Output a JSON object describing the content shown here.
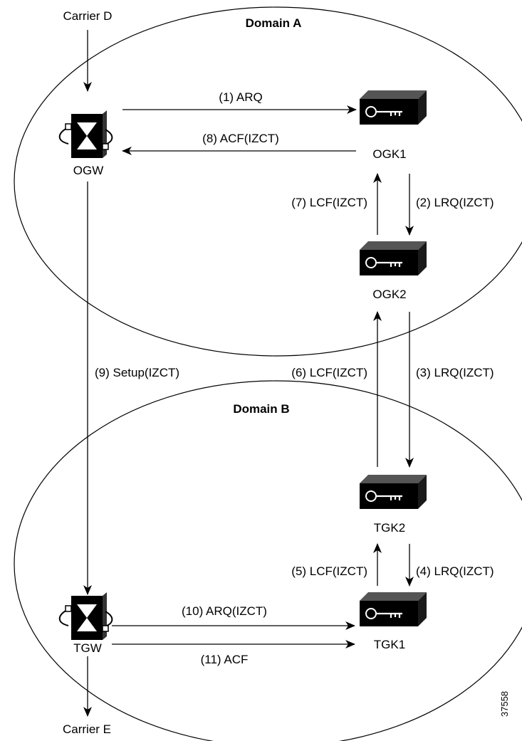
{
  "domains": {
    "a": "Domain A",
    "b": "Domain B"
  },
  "carriers": {
    "d": "Carrier D",
    "e": "Carrier E"
  },
  "nodes": {
    "ogw": "OGW",
    "ogk1": "OGK1",
    "ogk2": "OGK2",
    "tgk2": "TGK2",
    "tgk1": "TGK1",
    "tgw": "TGW"
  },
  "messages": {
    "m1": "(1) ARQ",
    "m2": "(2) LRQ(IZCT)",
    "m3": "(3) LRQ(IZCT)",
    "m4": "(4) LRQ(IZCT)",
    "m5": "(5) LCF(IZCT)",
    "m6": "(6) LCF(IZCT)",
    "m7": "(7) LCF(IZCT)",
    "m8": "(8) ACF(IZCT)",
    "m9": "(9) Setup(IZCT)",
    "m10": "(10) ARQ(IZCT)",
    "m11": "(11) ACF"
  },
  "figure_id": "37558",
  "icons": {
    "gateway": "gateway-router-icon",
    "gatekeeper": "gatekeeper-key-icon"
  }
}
